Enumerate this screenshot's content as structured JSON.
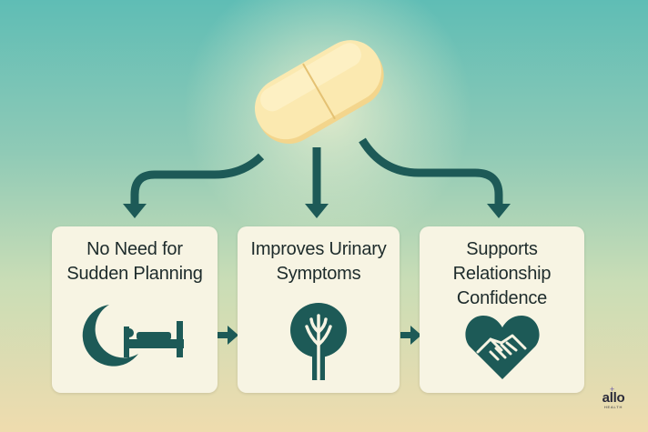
{
  "cards": [
    {
      "title": "No Need for Sudden Planning",
      "icon": "moon-bed-icon"
    },
    {
      "title": "Improves Urinary Symptoms",
      "icon": "prostate-tree-icon"
    },
    {
      "title": "Supports Relationship Confidence",
      "icon": "heart-handshake-icon"
    }
  ],
  "logo": {
    "word": "allo",
    "sub": "HEALTH"
  },
  "colors": {
    "accent": "#1d5a57",
    "card": "#f7f4e3",
    "pill": "#f8e4a6",
    "text": "#1d2b2b"
  }
}
